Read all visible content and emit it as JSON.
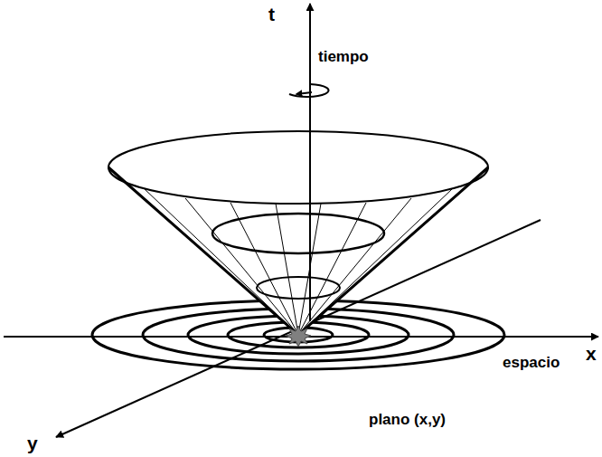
{
  "diagram": {
    "labels": [
      "t",
      "tiempo",
      "x",
      "espacio",
      "y",
      "plano (x,y)"
    ]
  }
}
